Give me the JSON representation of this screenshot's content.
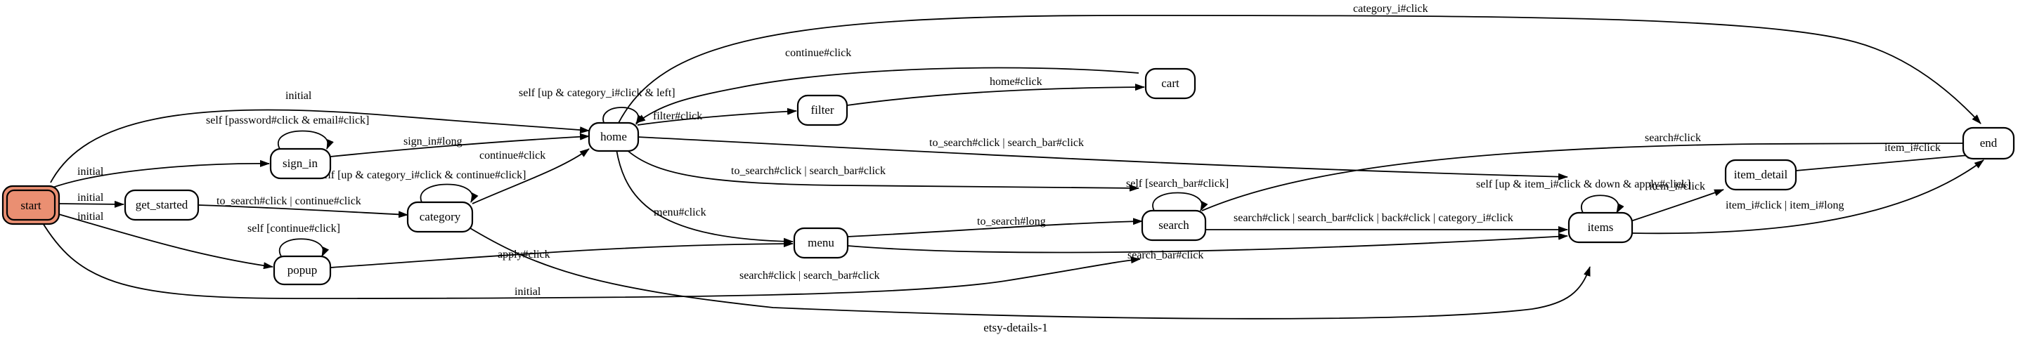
{
  "title": "etsy-details-1",
  "colors": {
    "start_fill": "#ea8f72",
    "node_fill": "#ffffff",
    "stroke": "#000000"
  },
  "nodes": [
    {
      "id": "start",
      "label": "start"
    },
    {
      "id": "sign_in",
      "label": "sign_in"
    },
    {
      "id": "get_started",
      "label": "get_started"
    },
    {
      "id": "popup",
      "label": "popup"
    },
    {
      "id": "home",
      "label": "home"
    },
    {
      "id": "category",
      "label": "category"
    },
    {
      "id": "filter",
      "label": "filter"
    },
    {
      "id": "menu",
      "label": "menu"
    },
    {
      "id": "cart",
      "label": "cart"
    },
    {
      "id": "search",
      "label": "search"
    },
    {
      "id": "items",
      "label": "items"
    },
    {
      "id": "item_detail",
      "label": "item_detail"
    },
    {
      "id": "end",
      "label": "end"
    }
  ],
  "edges": [
    {
      "from": "start",
      "to": "home",
      "label": "initial"
    },
    {
      "from": "start",
      "to": "sign_in",
      "label": "initial"
    },
    {
      "from": "start",
      "to": "get_started",
      "label": "initial"
    },
    {
      "from": "start",
      "to": "popup",
      "label": "initial"
    },
    {
      "from": "start",
      "to": "search",
      "label": "initial"
    },
    {
      "from": "sign_in",
      "to": "sign_in",
      "label": "self [password#click & email#click]"
    },
    {
      "from": "sign_in",
      "to": "home",
      "label": "sign_in#long"
    },
    {
      "from": "get_started",
      "to": "category",
      "label": "to_search#click | continue#click"
    },
    {
      "from": "popup",
      "to": "popup",
      "label": "self [continue#click]"
    },
    {
      "from": "popup",
      "to": "menu",
      "label": "apply#click"
    },
    {
      "from": "category",
      "to": "category",
      "label": "self [up & category_i#click & continue#click]"
    },
    {
      "from": "category",
      "to": "home",
      "label": "continue#click"
    },
    {
      "from": "category",
      "to": "items",
      "label": "search#click | search_bar#click"
    },
    {
      "from": "home",
      "to": "home",
      "label": "self [up & category_i#click & left]"
    },
    {
      "from": "home",
      "to": "filter",
      "label": "filter#click"
    },
    {
      "from": "home",
      "to": "end",
      "label": "category_i#click"
    },
    {
      "from": "home",
      "to": "items",
      "label": "to_search#click | search_bar#click"
    },
    {
      "from": "home",
      "to": "search",
      "label": "to_search#click | search_bar#click"
    },
    {
      "from": "home",
      "to": "menu",
      "label": "menu#click"
    },
    {
      "from": "cart",
      "to": "home",
      "label": "continue#click"
    },
    {
      "from": "filter",
      "to": "cart",
      "label": "home#click"
    },
    {
      "from": "menu",
      "to": "search",
      "label": "to_search#long"
    },
    {
      "from": "menu",
      "to": "items",
      "label": "search_bar#click"
    },
    {
      "from": "search",
      "to": "search",
      "label": "self [search_bar#click]"
    },
    {
      "from": "search",
      "to": "end",
      "label": "search#click"
    },
    {
      "from": "search",
      "to": "items",
      "label": "search#click | search_bar#click | back#click | category_i#click"
    },
    {
      "from": "items",
      "to": "items",
      "label": "self [up & item_i#click & down & apply#click]"
    },
    {
      "from": "items",
      "to": "item_detail",
      "label": "item_i#click"
    },
    {
      "from": "items",
      "to": "end",
      "label": "item_i#click | item_i#long"
    },
    {
      "from": "item_detail",
      "to": "end",
      "label": "item_i#click"
    }
  ]
}
